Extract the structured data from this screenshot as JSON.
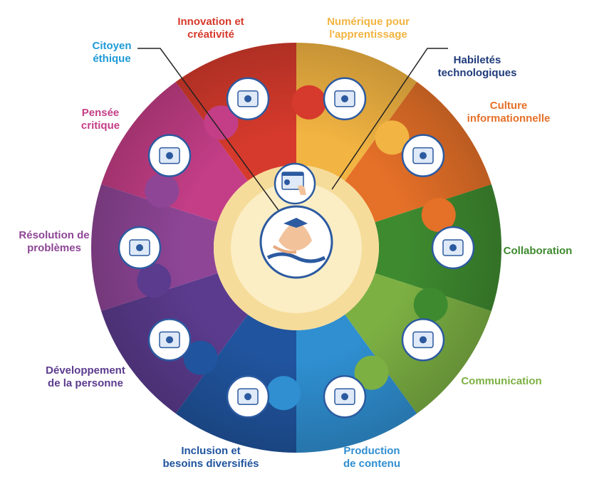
{
  "center": {
    "icon": "hands-together-icon",
    "ring_color": "#f6dc9a",
    "core_color": "#fbeec5"
  },
  "top_icon": "browser-hand-icon",
  "segments": [
    {
      "id": "innovation",
      "lines": [
        "Innovation et",
        "créativité"
      ],
      "color": "#d63a2c",
      "icon": "lightbulb-icon"
    },
    {
      "id": "numerique",
      "lines": [
        "Numérique pour",
        "l'apprentissage"
      ],
      "color": "#f2b442",
      "icon": "laptop-icon"
    },
    {
      "id": "culture",
      "lines": [
        "Culture",
        "informationnelle"
      ],
      "color": "#e57028",
      "icon": "magnifier-document-icon"
    },
    {
      "id": "collaboration",
      "lines": [
        "Collaboration"
      ],
      "color": "#3e8a2f",
      "icon": "team-gear-icon"
    },
    {
      "id": "communication",
      "lines": [
        "Communication"
      ],
      "color": "#7cb043",
      "icon": "chat-bubbles-icon"
    },
    {
      "id": "production",
      "lines": [
        "Production",
        "de contenu"
      ],
      "color": "#2f8fd1",
      "icon": "video-monitor-icon"
    },
    {
      "id": "inclusion",
      "lines": [
        "Inclusion et",
        "besoins diversifiés"
      ],
      "color": "#20549e",
      "icon": "cycle-arrows-icon"
    },
    {
      "id": "developpement",
      "lines": [
        "Développement",
        "de la personne"
      ],
      "color": "#5b3b8e",
      "icon": "network-computers-icon"
    },
    {
      "id": "resolution",
      "lines": [
        "Résolution de",
        "problèmes"
      ],
      "color": "#8e4596",
      "icon": "target-icon"
    },
    {
      "id": "pensee",
      "lines": [
        "Pensée",
        "critique"
      ],
      "color": "#c43e87",
      "icon": "brain-question-icon"
    },
    {
      "id": "citoyen",
      "lines": [
        "Citoyen",
        "éthique"
      ],
      "color": "#1e9ad6",
      "icon": ""
    },
    {
      "id": "habiletes",
      "lines": [
        "Habiletés",
        "technologiques"
      ],
      "color": "#1f3b7a",
      "icon": ""
    }
  ]
}
